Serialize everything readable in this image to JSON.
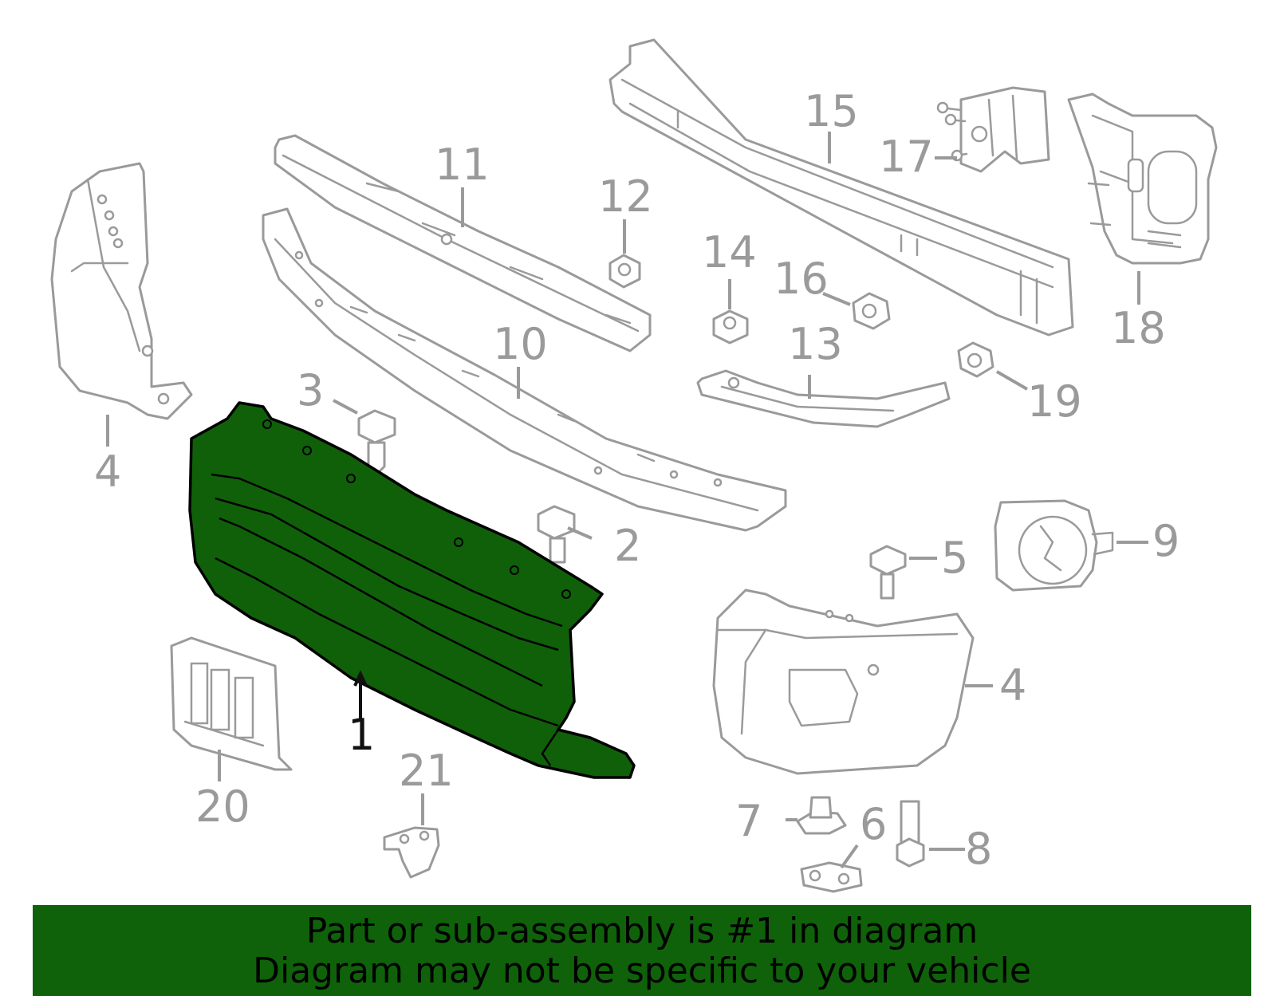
{
  "callouts": {
    "c1": "1",
    "c2": "2",
    "c3": "3",
    "c4a": "4",
    "c4b": "4",
    "c5": "5",
    "c6": "6",
    "c7": "7",
    "c8": "8",
    "c9": "9",
    "c10": "10",
    "c11": "11",
    "c12": "12",
    "c13": "13",
    "c14": "14",
    "c15": "15",
    "c16": "16",
    "c17": "17",
    "c18": "18",
    "c19": "19",
    "c20": "20",
    "c21": "21"
  },
  "banner": {
    "line1": "Part or sub-assembly is #1 in diagram",
    "line2": "Diagram may not be specific to your vehicle"
  },
  "colors": {
    "highlight": "#10600a",
    "banner_bg": "#0f6209",
    "line_gray": "#9a9a9a"
  }
}
